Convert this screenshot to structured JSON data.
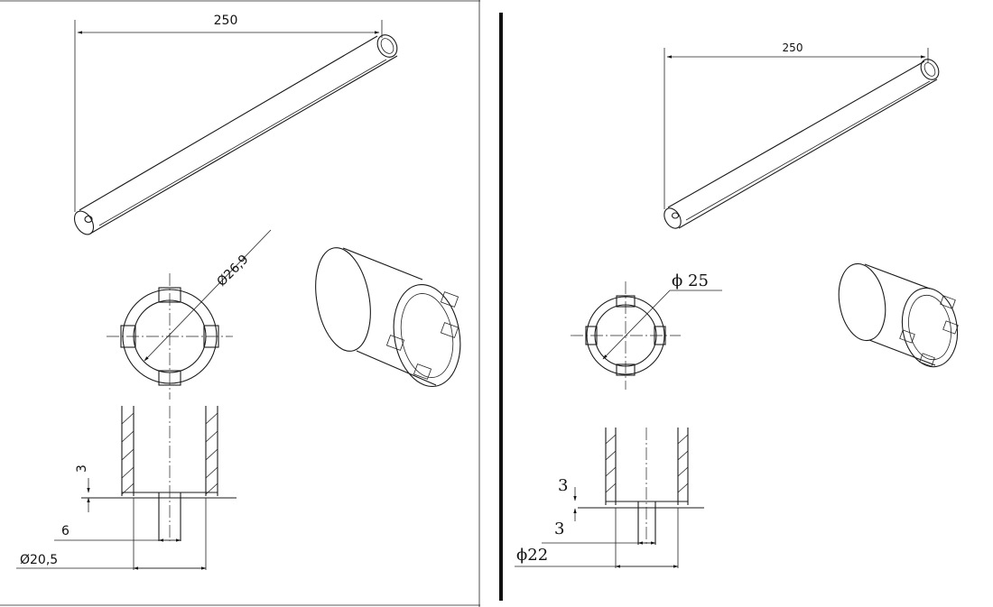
{
  "left_drawing": {
    "length_dim": "250",
    "outer_diameter_dim": "Ø26,9",
    "notch_depth_dim": "3",
    "notch_width_dim": "6",
    "inner_diameter_dim": "Ø20,5"
  },
  "right_drawing": {
    "length_dim": "250",
    "outer_diameter_dim": "ϕ 25",
    "notch_depth_dim": "3",
    "notch_width_dim": "3",
    "inner_diameter_dim": "ϕ22"
  }
}
